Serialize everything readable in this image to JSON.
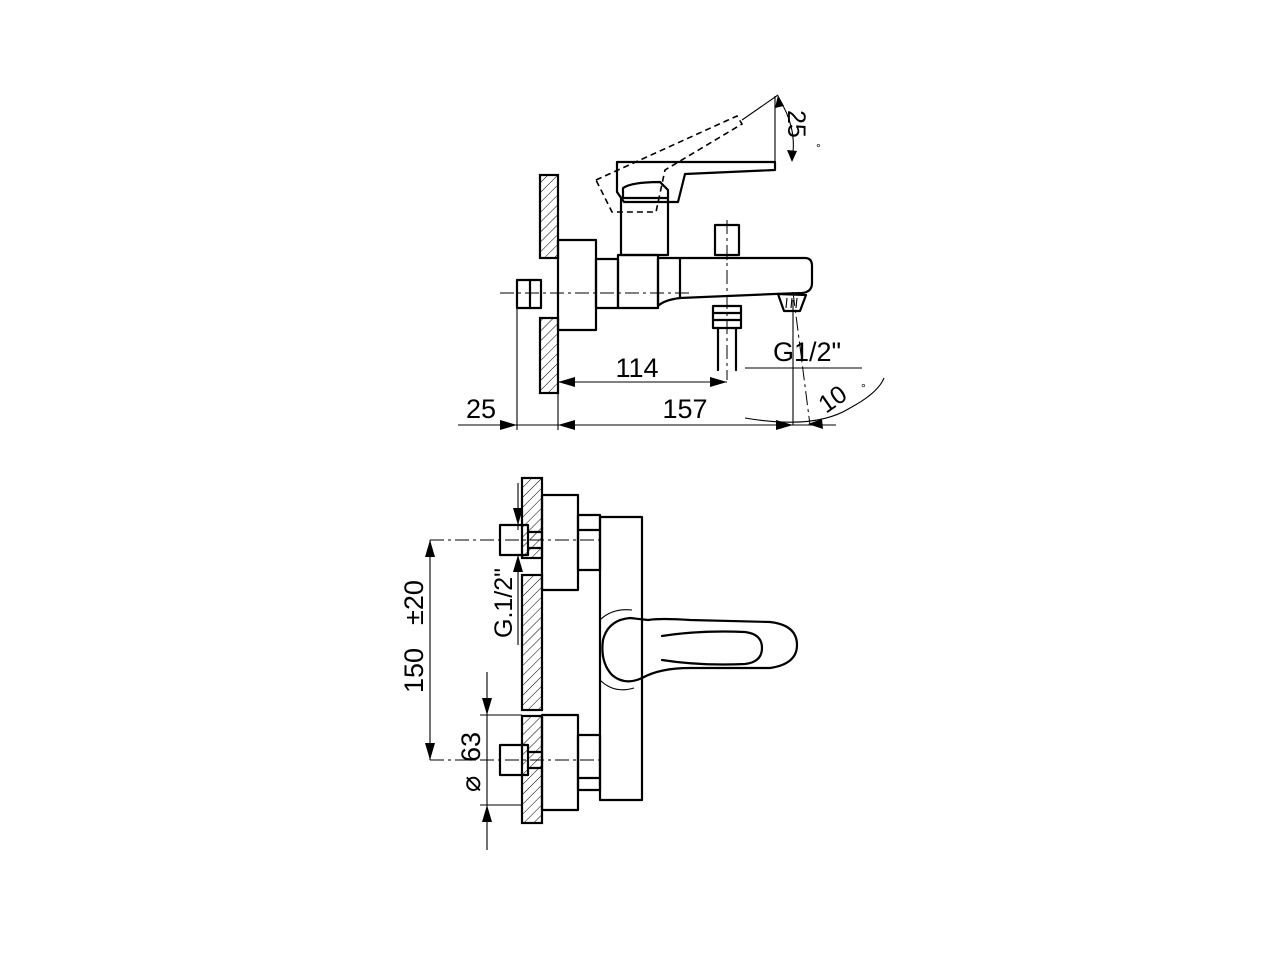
{
  "side_view": {
    "angle_lever": "25",
    "degree_mark_1": "°",
    "dim_spout_offset": "114",
    "thread_spout": "G1/2\"",
    "dim_wall_offset": "25",
    "dim_total_projection": "157",
    "angle_spout": "10",
    "degree_mark_2": "°"
  },
  "front_view": {
    "dim_center_distance": "150",
    "dim_tolerance": "±20",
    "thread_inlet": "G.1/2\"",
    "dim_diameter": "63",
    "diameter_symbol": "⌀"
  }
}
